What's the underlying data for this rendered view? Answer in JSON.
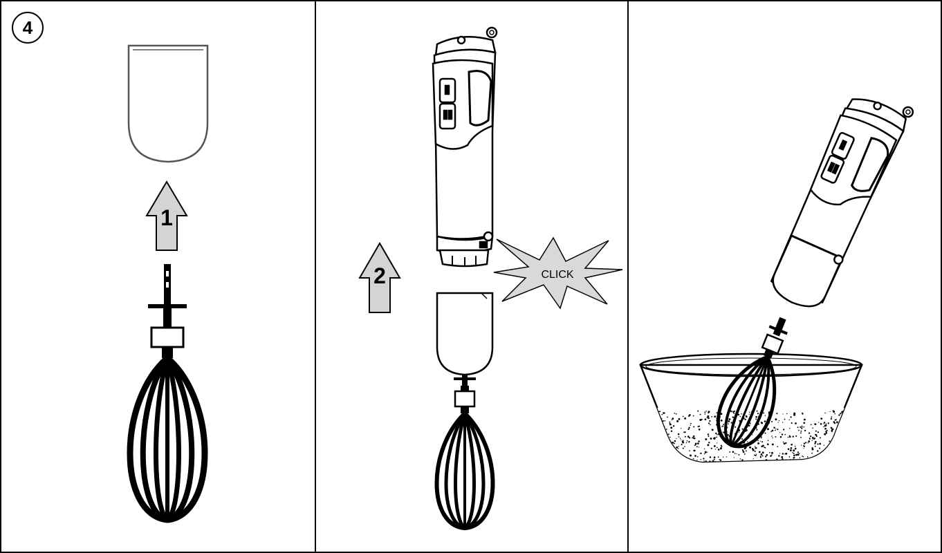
{
  "step_number": "4",
  "arrow_labels": [
    "1",
    "2"
  ],
  "click_label": "CLICK",
  "colors": {
    "ink": "#000000",
    "arrow_fill": "#d4d4d4",
    "burst_fill": "#d9d9d9",
    "cup_outline": "#555555",
    "paper": "#ffffff",
    "bowl_fill": "#ffffff"
  }
}
